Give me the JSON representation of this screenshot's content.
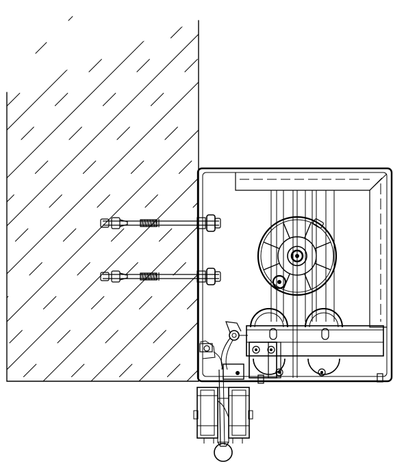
{
  "drawing": {
    "stroke_color": "#000000",
    "background_color": "#ffffff",
    "hatch_style": "concrete-section",
    "anchor_bolt_count": 2,
    "pulley_count": 2,
    "drum_spoke_count": 8
  }
}
